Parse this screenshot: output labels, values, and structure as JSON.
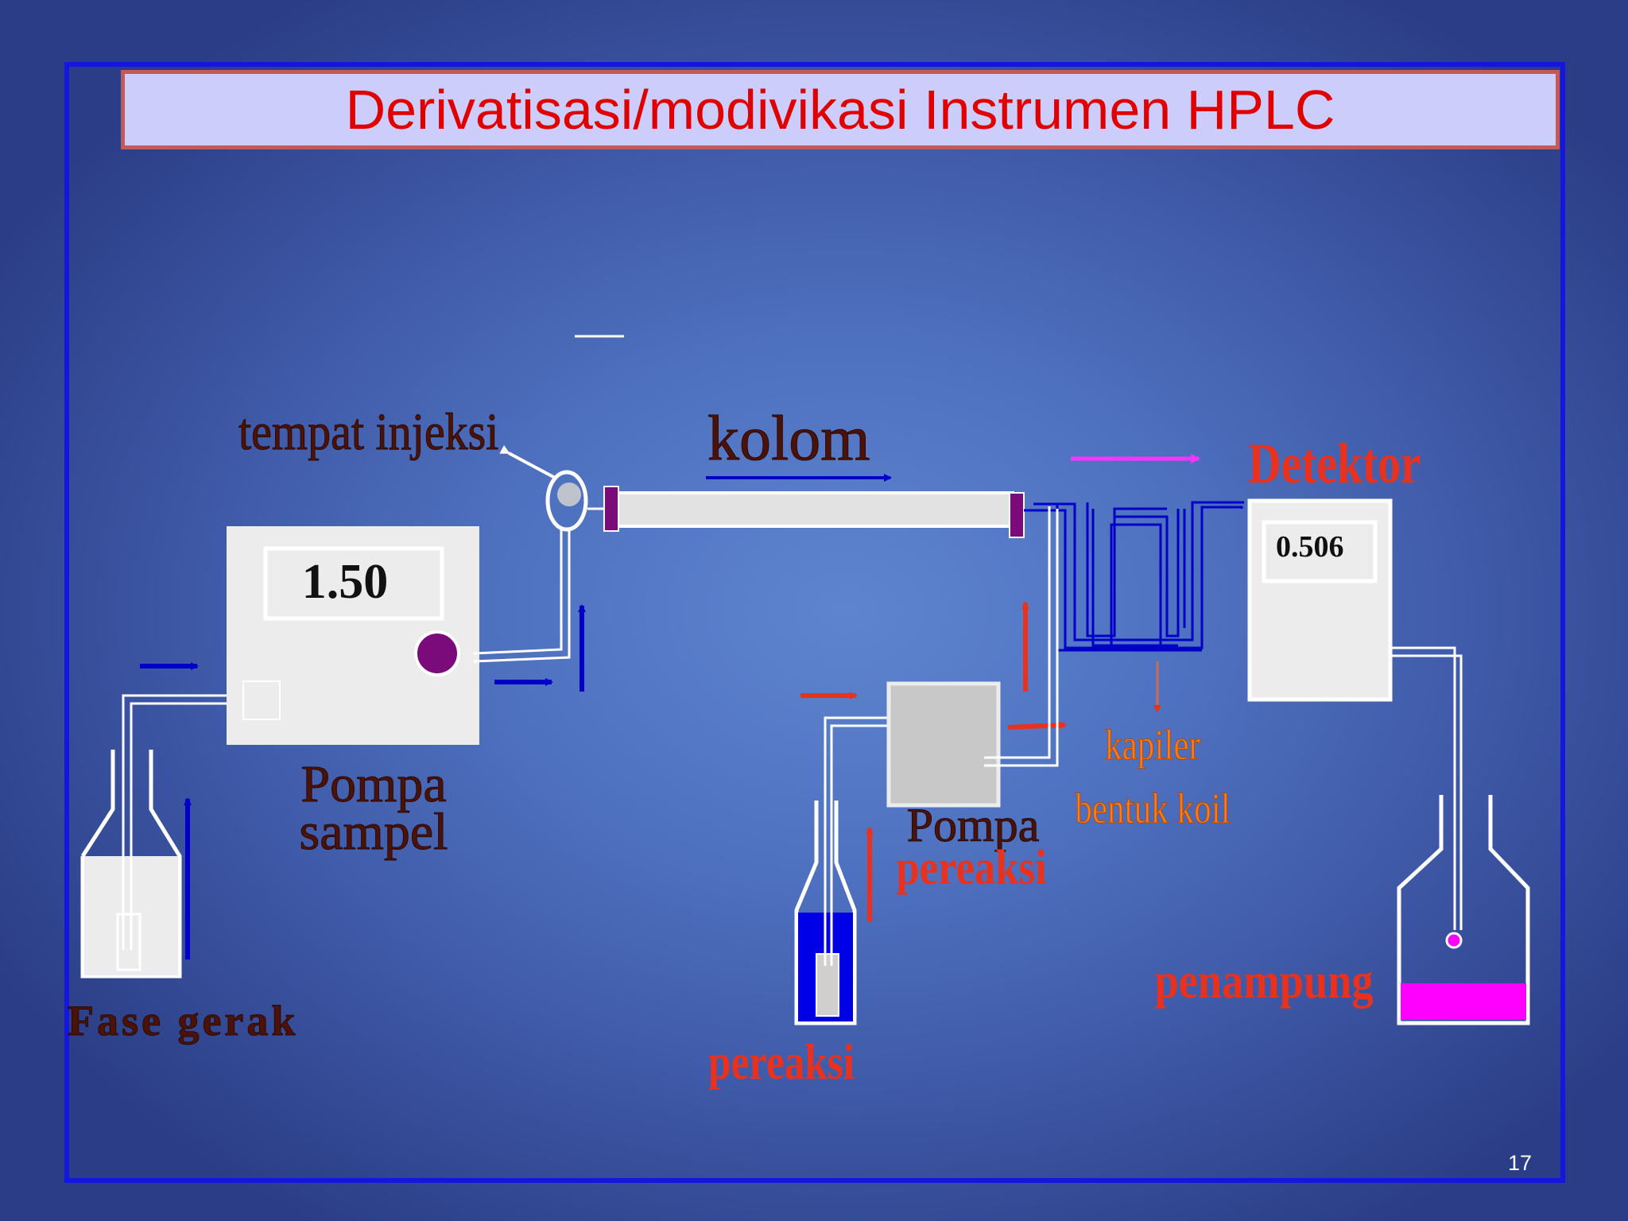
{
  "slide": {
    "title": "Derivatisasi/modivikasi Instrumen HPLC",
    "page_number": "17"
  },
  "labels": {
    "injection_site": "tempat injeksi",
    "column": "kolom",
    "detector": "Detektor",
    "sample_pump_line1": "Pompa",
    "sample_pump_line2": "sampel",
    "mobile_phase": "Fase gerak",
    "reagent_pump_line1": "Pompa",
    "reagent_pump_line2": "pereaksi",
    "capillary_line1": "kapiler",
    "capillary_line2": "bentuk koil",
    "collector": "penampung",
    "reagent": "pereaksi"
  },
  "readouts": {
    "sample_pump_display": "1.50",
    "detector_display": "0.506"
  },
  "colors": {
    "frame_border": "#1515e0",
    "title_text": "#e00000",
    "title_fill": "#cdcdfb",
    "mobile_phase_flow": "#0000c8",
    "reagent_flow": "#e8321e",
    "reagent_liquid": "#0000e6",
    "collector_liquid": "#ff00ff",
    "label_dark": "#4a1208",
    "label_red": "#e8321e",
    "label_orange": "#ff7a1a"
  }
}
